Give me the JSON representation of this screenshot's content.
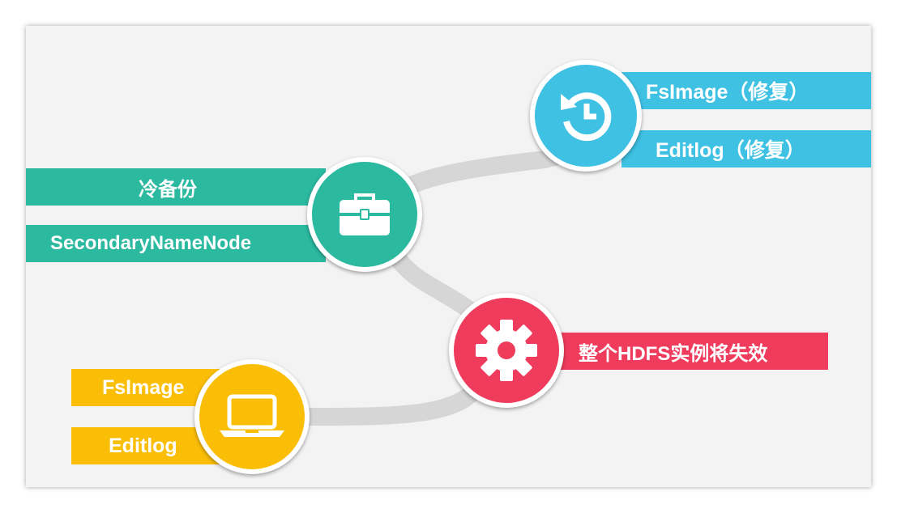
{
  "colors": {
    "teal": "#2bb9a0",
    "blue": "#3ec1e3",
    "red": "#ef3b5c",
    "yellow": "#fbbe07",
    "path": "#d6d6d6"
  },
  "nodes": {
    "backup": {
      "icon": "briefcase-icon",
      "labels": [
        "冷备份",
        "SecondaryNameNode"
      ]
    },
    "restore": {
      "icon": "history-icon",
      "labels": [
        "FsImage（修复）",
        "Editlog（修复）"
      ]
    },
    "failure": {
      "icon": "gear-icon",
      "labels": [
        "整个HDFS实例将失效"
      ]
    },
    "local": {
      "icon": "laptop-icon",
      "labels": [
        "FsImage",
        "Editlog"
      ]
    }
  }
}
